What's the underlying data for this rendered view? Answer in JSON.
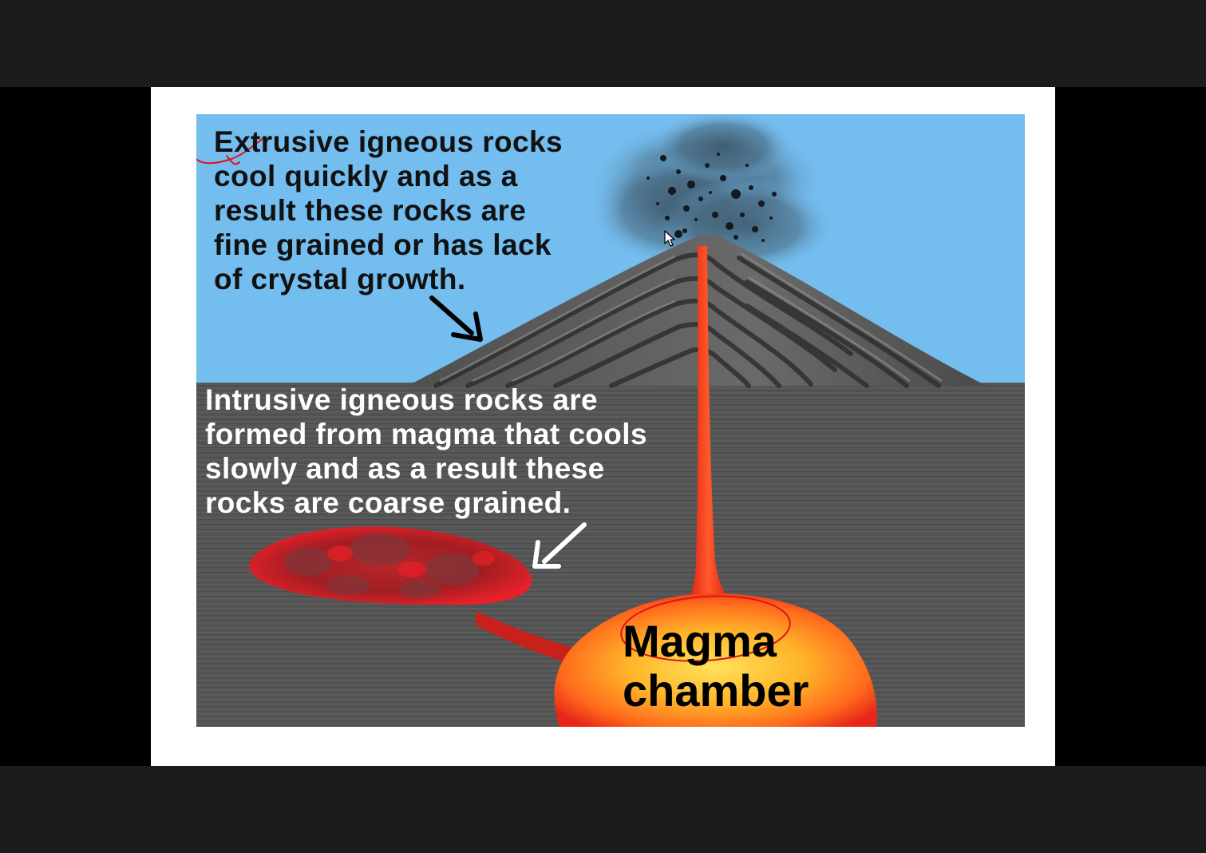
{
  "diagram": {
    "extrusive_caption": [
      "Extrusive igneous rocks",
      "cool quickly and as a",
      "result these rocks are",
      "fine grained or has lack",
      "of crystal growth."
    ],
    "intrusive_caption": [
      "Intrusive igneous rocks are",
      "formed from magma that cools",
      "slowly and as a result these",
      "rocks are coarse grained."
    ],
    "chamber_label": [
      "Magma",
      "chamber"
    ]
  },
  "colors": {
    "sky": "#74bdef",
    "ground": "#575757",
    "magma_outer": "#e8261a",
    "magma_inner": "#ffd23a",
    "ink_annotation": "#e0121a"
  }
}
